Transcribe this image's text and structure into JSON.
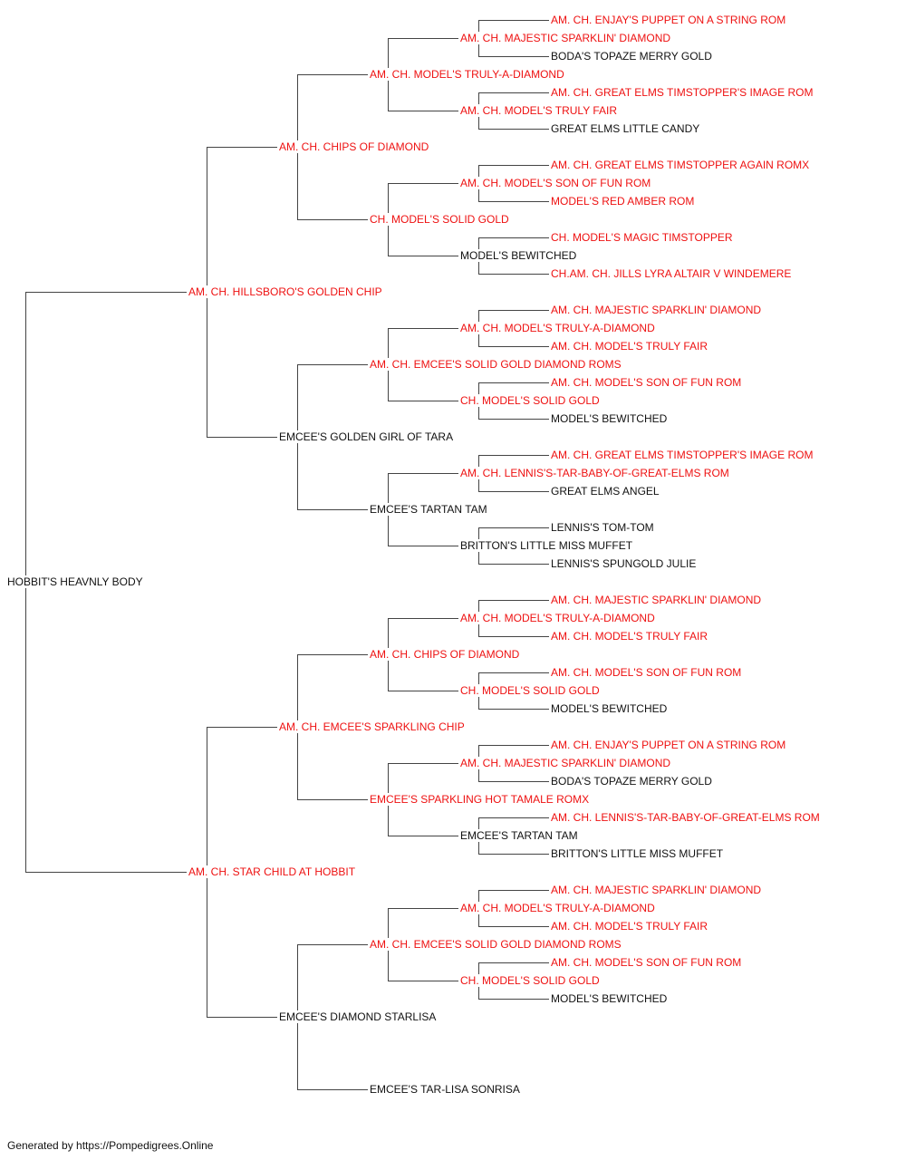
{
  "colors": {
    "champion": "#ee1111",
    "normal": "#111111",
    "line": "#444444"
  },
  "pedigree": {
    "subject": {
      "name": "HOBBIT'S HEAVNLY BODY",
      "champion": false
    },
    "generations": [
      [
        {
          "name": "AM. CH. HILLSBORO'S GOLDEN CHIP",
          "champion": true
        },
        {
          "name": "AM. CH. STAR CHILD AT HOBBIT",
          "champion": true
        }
      ],
      [
        {
          "name": "AM. CH. CHIPS OF DIAMOND",
          "champion": true
        },
        {
          "name": "EMCEE'S GOLDEN GIRL OF TARA",
          "champion": false
        },
        {
          "name": "AM. CH. EMCEE'S SPARKLING CHIP",
          "champion": true
        },
        {
          "name": "EMCEE'S DIAMOND STARLISA",
          "champion": false
        }
      ],
      [
        {
          "name": "AM. CH. MODEL'S TRULY-A-DIAMOND",
          "champion": true
        },
        {
          "name": "CH. MODEL'S SOLID GOLD",
          "champion": true
        },
        {
          "name": "AM. CH. EMCEE'S SOLID GOLD DIAMOND ROMS",
          "champion": true
        },
        {
          "name": "EMCEE'S TARTAN TAM",
          "champion": false
        },
        {
          "name": "AM. CH. CHIPS OF DIAMOND",
          "champion": true
        },
        {
          "name": "EMCEE'S SPARKLING HOT TAMALE ROMX",
          "champion": true
        },
        {
          "name": "AM. CH. EMCEE'S SOLID GOLD DIAMOND ROMS",
          "champion": true
        },
        {
          "name": "EMCEE'S TAR-LISA SONRISA",
          "champion": false
        }
      ],
      [
        {
          "name": "AM. CH. MAJESTIC SPARKLIN' DIAMOND",
          "champion": true
        },
        {
          "name": "AM. CH. MODEL'S TRULY FAIR",
          "champion": true
        },
        {
          "name": "AM. CH. MODEL'S SON OF FUN ROM",
          "champion": true
        },
        {
          "name": "MODEL'S BEWITCHED",
          "champion": false
        },
        {
          "name": "AM. CH. MODEL'S TRULY-A-DIAMOND",
          "champion": true
        },
        {
          "name": "CH. MODEL'S SOLID GOLD",
          "champion": true
        },
        {
          "name": "AM. CH. LENNIS'S-TAR-BABY-OF-GREAT-ELMS ROM",
          "champion": true
        },
        {
          "name": "BRITTON'S LITTLE MISS MUFFET",
          "champion": false
        },
        {
          "name": "AM. CH. MODEL'S TRULY-A-DIAMOND",
          "champion": true
        },
        {
          "name": "CH. MODEL'S SOLID GOLD",
          "champion": true
        },
        {
          "name": "AM. CH. MAJESTIC SPARKLIN' DIAMOND",
          "champion": true
        },
        {
          "name": "EMCEE'S TARTAN TAM",
          "champion": false
        },
        {
          "name": "AM. CH. MODEL'S TRULY-A-DIAMOND",
          "champion": true
        },
        {
          "name": "CH. MODEL'S SOLID GOLD",
          "champion": true
        },
        null,
        null
      ],
      [
        {
          "name": "AM. CH. ENJAY'S PUPPET ON A STRING ROM",
          "champion": true
        },
        {
          "name": "BODA'S TOPAZE MERRY GOLD",
          "champion": false
        },
        {
          "name": "AM. CH. GREAT ELMS TIMSTOPPER'S IMAGE ROM",
          "champion": true
        },
        {
          "name": "GREAT ELMS LITTLE CANDY",
          "champion": false
        },
        {
          "name": "AM. CH. GREAT ELMS TIMSTOPPER AGAIN ROMX",
          "champion": true
        },
        {
          "name": "MODEL'S RED AMBER ROM",
          "champion": true
        },
        {
          "name": "CH. MODEL'S MAGIC TIMSTOPPER",
          "champion": true
        },
        {
          "name": "CH.AM. CH. JILLS LYRA ALTAIR V WINDEMERE",
          "champion": true
        },
        {
          "name": "AM. CH. MAJESTIC SPARKLIN' DIAMOND",
          "champion": true
        },
        {
          "name": "AM. CH. MODEL'S TRULY FAIR",
          "champion": true
        },
        {
          "name": "AM. CH. MODEL'S SON OF FUN ROM",
          "champion": true
        },
        {
          "name": "MODEL'S BEWITCHED",
          "champion": false
        },
        {
          "name": "AM. CH. GREAT ELMS TIMSTOPPER'S IMAGE ROM",
          "champion": true
        },
        {
          "name": "GREAT ELMS ANGEL",
          "champion": false
        },
        {
          "name": "LENNIS'S TOM-TOM",
          "champion": false
        },
        {
          "name": "LENNIS'S SPUNGOLD JULIE",
          "champion": false
        },
        {
          "name": "AM. CH. MAJESTIC SPARKLIN' DIAMOND",
          "champion": true
        },
        {
          "name": "AM. CH. MODEL'S TRULY FAIR",
          "champion": true
        },
        {
          "name": "AM. CH. MODEL'S SON OF FUN ROM",
          "champion": true
        },
        {
          "name": "MODEL'S BEWITCHED",
          "champion": false
        },
        {
          "name": "AM. CH. ENJAY'S PUPPET ON A STRING ROM",
          "champion": true
        },
        {
          "name": "BODA'S TOPAZE MERRY GOLD",
          "champion": false
        },
        {
          "name": "AM. CH. LENNIS'S-TAR-BABY-OF-GREAT-ELMS ROM",
          "champion": true
        },
        {
          "name": "BRITTON'S LITTLE MISS MUFFET",
          "champion": false
        },
        {
          "name": "AM. CH. MAJESTIC SPARKLIN' DIAMOND",
          "champion": true
        },
        {
          "name": "AM. CH. MODEL'S TRULY FAIR",
          "champion": true
        },
        {
          "name": "AM. CH. MODEL'S SON OF FUN ROM",
          "champion": true
        },
        {
          "name": "MODEL'S BEWITCHED",
          "champion": false
        },
        null,
        null,
        null,
        null
      ]
    ]
  },
  "footer": {
    "text": "Generated by https://Pompedigrees.Online"
  }
}
